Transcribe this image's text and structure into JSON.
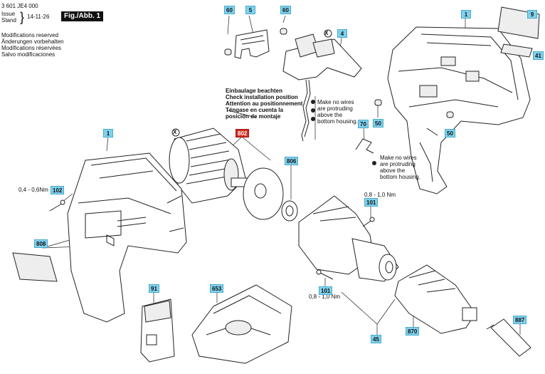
{
  "header": {
    "doc_number": "3 601 JE4 000",
    "issue_label": "Issue",
    "stand_label": "Stand",
    "issue_date": "14-11-26",
    "fig_label": "Fig./Abb. 1",
    "notes": [
      "Modifications reserved",
      "Änderungen vorbehalten",
      "Modifications réservées",
      "Salvo modificaciones"
    ]
  },
  "install_note": [
    "Einbaulage beachten",
    "Check installation position",
    "Attention au positionnement",
    "Téngase en cuenta la",
    "posición de montaje"
  ],
  "wire_note_1": [
    "Make no wires",
    "are protruding",
    "above the",
    "bottom housing."
  ],
  "wire_note_2": [
    "Make no wires",
    "are protruding",
    "above the",
    "bottom housing."
  ],
  "torque": {
    "t102": "0,4 - 0,6Nm",
    "t101a": "0,8 - 1,0 Nm",
    "t101b": "0,8 - 1,0 Nm"
  },
  "x_marker": "X",
  "parts": {
    "p60a": "60",
    "p5": "5",
    "p60b": "60",
    "p4": "4",
    "p1a": "1",
    "p9": "9",
    "p41": "41",
    "p70": "70",
    "p50a": "50",
    "p50b": "50",
    "p1b": "1",
    "p802": "802",
    "p806": "806",
    "p102": "102",
    "p808": "808",
    "p101a": "101",
    "p101b": "101",
    "p91": "91",
    "p653": "653",
    "p45": "45",
    "p870": "870",
    "p887": "887"
  }
}
